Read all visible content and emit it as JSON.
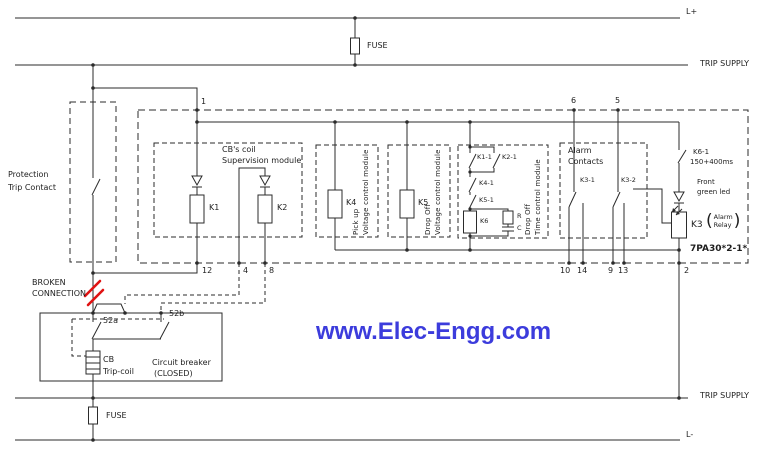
{
  "watermark": "www.Elec-Engg.com",
  "colors": {
    "wire": "#2b2b2b",
    "broken_mark": "#e01212",
    "watermark": "#3c3cdc"
  },
  "rails": {
    "l_plus": "L+",
    "trip_supply_top": "TRIP SUPPLY",
    "trip_supply_bottom": "TRIP SUPPLY",
    "l_minus": "L-",
    "fuse_top": "FUSE",
    "fuse_bottom": "FUSE"
  },
  "protection": {
    "line1": "Protection",
    "line2": "Trip Contact"
  },
  "broken": {
    "line1": "BROKEN",
    "line2": "CONNECTION"
  },
  "breaker": {
    "contact_a": "52a",
    "contact_b": "52b",
    "cb": "CB",
    "trip_coil": "Trip-coil",
    "caption1": "Circuit breaker",
    "caption2": "(CLOSED)"
  },
  "relay": {
    "model": "7PA30*2-1*",
    "terminals": {
      "t1": "1",
      "t2": "2",
      "t4": "4",
      "t5": "5",
      "t6": "6",
      "t8": "8",
      "t9": "9",
      "t10": "10",
      "t12": "12",
      "t13": "13",
      "t14": "14"
    },
    "cb_coil_module": {
      "title1": "CB's coil",
      "title2": "Supervision module",
      "k1": "K1",
      "k2": "K2"
    },
    "pickup_module": {
      "coil": "K4",
      "title1": "Pick up",
      "title2": "Voltage control module"
    },
    "dropoff_v_module": {
      "coil": "K5",
      "title1": "Drop Off",
      "title2": "Voltage control module"
    },
    "dropoff_t_module": {
      "title1": "Drop Off",
      "title2": "Time control module",
      "c1": "K1-1",
      "c2": "K2-1",
      "c3": "K4-1",
      "c4": "K5-1",
      "coil": "K6",
      "res": "R",
      "cap": "C"
    },
    "alarm_module": {
      "title1": "Alarm",
      "title2": "Contacts",
      "c1": "K3-1",
      "c2": "K3-2"
    },
    "output": {
      "k61": "K6-1",
      "timing": "150+400ms",
      "led1": "Front",
      "led2": "green led",
      "k3": "K3",
      "k3p1": "Alarm",
      "k3p2": "Relay"
    }
  }
}
